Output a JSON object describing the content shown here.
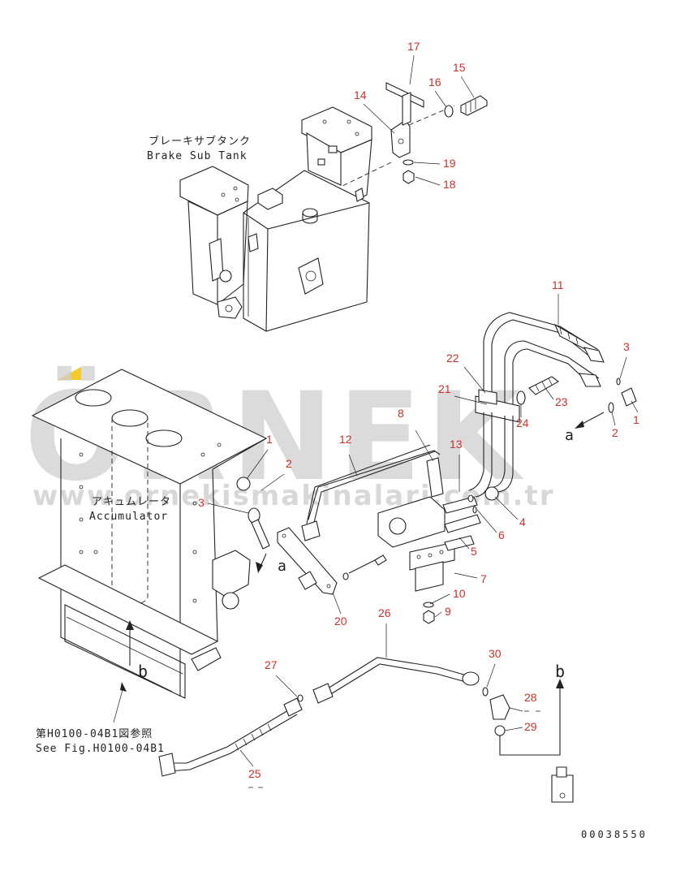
{
  "labels": {
    "brake_sub_tank_jp": "ブレーキサブタンク",
    "brake_sub_tank_en": "Brake Sub Tank",
    "accumulator_jp": "アキュムレータ",
    "accumulator_en": "Accumulator",
    "see_fig_jp": "第H0100-04B1図参照",
    "see_fig_en": "See Fig.H0100-04B1",
    "view_a": "a",
    "view_b": "b",
    "drawing_number": "00038550"
  },
  "watermark": {
    "brand": "ÖRNEK",
    "url": "www.ornekismakinalari.com.tr"
  },
  "part_numbers": {
    "p1a": "1",
    "p1b": "1",
    "p2a": "2",
    "p2b": "2",
    "p3a": "3",
    "p3b": "3",
    "p4": "4",
    "p5": "5",
    "p6": "6",
    "p7": "7",
    "p8": "8",
    "p9": "9",
    "p10": "10",
    "p11": "11",
    "p12": "12",
    "p13": "13",
    "p14": "14",
    "p15": "15",
    "p16": "16",
    "p17": "17",
    "p18": "18",
    "p19": "19",
    "p20": "20",
    "p21": "21",
    "p22": "22",
    "p23": "23",
    "p24": "24",
    "p25": "25",
    "p26": "26",
    "p27": "27",
    "p28": "28",
    "p29": "29",
    "p30": "30"
  },
  "colors": {
    "part_number": "#c8322c",
    "line": "#222222",
    "watermark": "#cfcfcf",
    "accent_triangle": "#f2c200"
  }
}
